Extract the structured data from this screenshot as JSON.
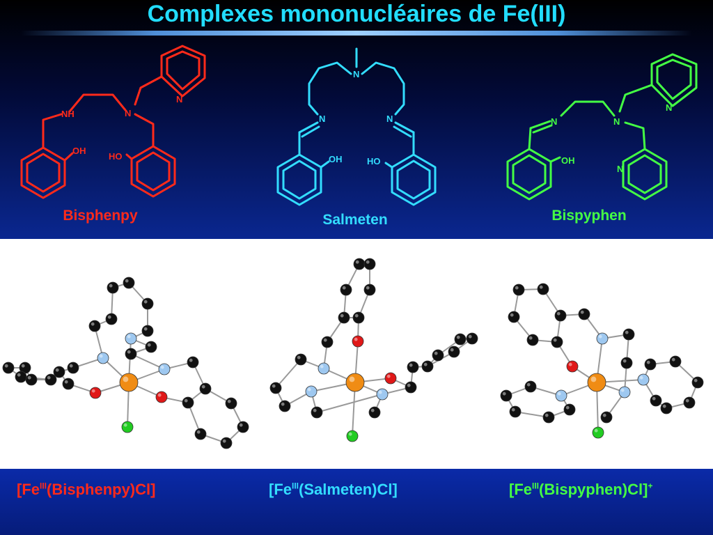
{
  "title": "Complexes mononucléaires de Fe(III)",
  "colors": {
    "bisphenpy": "#ff2a1a",
    "salmeten": "#33ddff",
    "bispyphen": "#44ff44",
    "title": "#22ddff",
    "carbon": "#111111",
    "nitrogen": "#9ec8f0",
    "oxygen": "#e01818",
    "iron": "#f08c14",
    "chlorine": "#22cc22"
  },
  "ligands": [
    {
      "name": "Bisphenpy",
      "atoms": {
        "nh": "NH",
        "n_amine": "N",
        "n_pyridine": "N",
        "oh": "OH",
        "ho": "HO"
      }
    },
    {
      "name": "Salmeten",
      "atoms": {
        "n_top": "N",
        "n_imine_left": "N",
        "n_imine_right": "N",
        "oh": "OH",
        "ho": "HO"
      }
    },
    {
      "name": "Bispyphen",
      "atoms": {
        "n_imine": "N",
        "n_amine": "N",
        "n_pyridine_top": "N",
        "n_pyridine_bottom": "N",
        "oh": "OH"
      }
    }
  ],
  "complexes": [
    {
      "prefix": "[Fe",
      "oxidation": "III",
      "suffix": "(Bisphenpy)Cl]",
      "charge": ""
    },
    {
      "prefix": "[Fe",
      "oxidation": "III",
      "suffix": "(Salmeten)Cl]",
      "charge": ""
    },
    {
      "prefix": "[Fe",
      "oxidation": "III",
      "suffix": "(Bispyphen)Cl]",
      "charge": "+"
    }
  ]
}
